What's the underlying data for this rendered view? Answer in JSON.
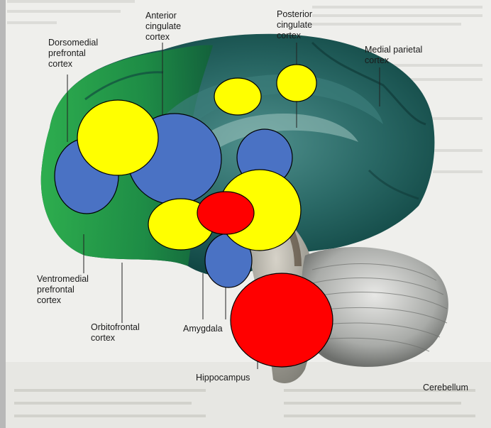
{
  "labels": {
    "anterior_cingulate": [
      "Anterior",
      "cingulate",
      "cortex"
    ],
    "posterior_cingulate": [
      "Posterior",
      "cingulate",
      "cortex"
    ],
    "dorsomedial_prefrontal": [
      "Dorsomedial",
      "prefrontal",
      "cortex"
    ],
    "medial_parietal": [
      "Medial parietal",
      "cortex"
    ],
    "ventromedial_prefrontal": [
      "Ventromedial",
      "prefrontal",
      "cortex"
    ],
    "orbitofrontal": [
      "Orbitofrontal",
      "cortex"
    ],
    "amygdala": "Amygdala",
    "hippocampus": "Hippocampus",
    "cerebellum": "Cerebellum"
  },
  "colors": {
    "blue": "#4a72c4",
    "yellow": "#ffff00",
    "red": "#ff0000",
    "brain_dark": "#0f3a3c",
    "brain_green": "#1f9a4e",
    "paper": "#efefed"
  },
  "markers": [
    {
      "id": "dorsomedial-blue",
      "color": "blue"
    },
    {
      "id": "dorsomedial-yellow",
      "color": "yellow"
    },
    {
      "id": "anterior-cingulate-blue",
      "color": "blue"
    },
    {
      "id": "cingulate-yellow-small",
      "color": "yellow"
    },
    {
      "id": "posterior-cingulate-yellow",
      "color": "yellow"
    },
    {
      "id": "mid-blue",
      "color": "blue"
    },
    {
      "id": "center-yellow-large",
      "color": "yellow"
    },
    {
      "id": "orbitofrontal-yellow",
      "color": "yellow"
    },
    {
      "id": "center-red",
      "color": "red"
    },
    {
      "id": "amygdala-blue",
      "color": "blue"
    },
    {
      "id": "hippocampus-red",
      "color": "red"
    }
  ]
}
